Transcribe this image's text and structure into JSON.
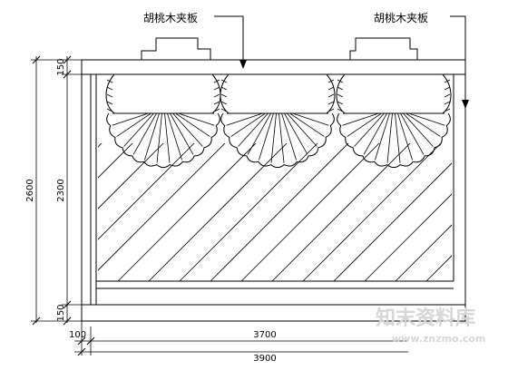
{
  "labels": {
    "top_center": "胡桃木夹板",
    "top_right": "胡桃木夹板"
  },
  "dimensions": {
    "left_total": "2600",
    "left_top": "150",
    "left_middle": "2300",
    "left_bottom": "150",
    "bottom_small": "100",
    "bottom_inner": "3700",
    "bottom_total": "3900"
  },
  "watermark": {
    "text": "知末资料库",
    "url": "www.znzmo.com"
  },
  "colors": {
    "line": "#000000",
    "background": "#ffffff",
    "watermark": "#d6d6d6"
  }
}
